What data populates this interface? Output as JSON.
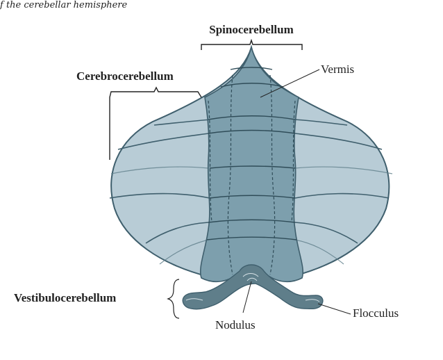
{
  "caption": "f the cerebellar hemisphere",
  "labels": {
    "spinocerebellum": "Spinocerebellum",
    "cerebrocerebellum": "Cerebrocerebellum",
    "vermis": "Vermis",
    "vestibulocerebellum": "Vestibulocerebellum",
    "nodulus": "Nodulus",
    "flocculus": "Flocculus"
  },
  "colors": {
    "hemisphere": "#b8ccd6",
    "vermis": "#7d9fad",
    "outline": "#3f5f6d",
    "flocculonodular": "#5f7e8a"
  }
}
